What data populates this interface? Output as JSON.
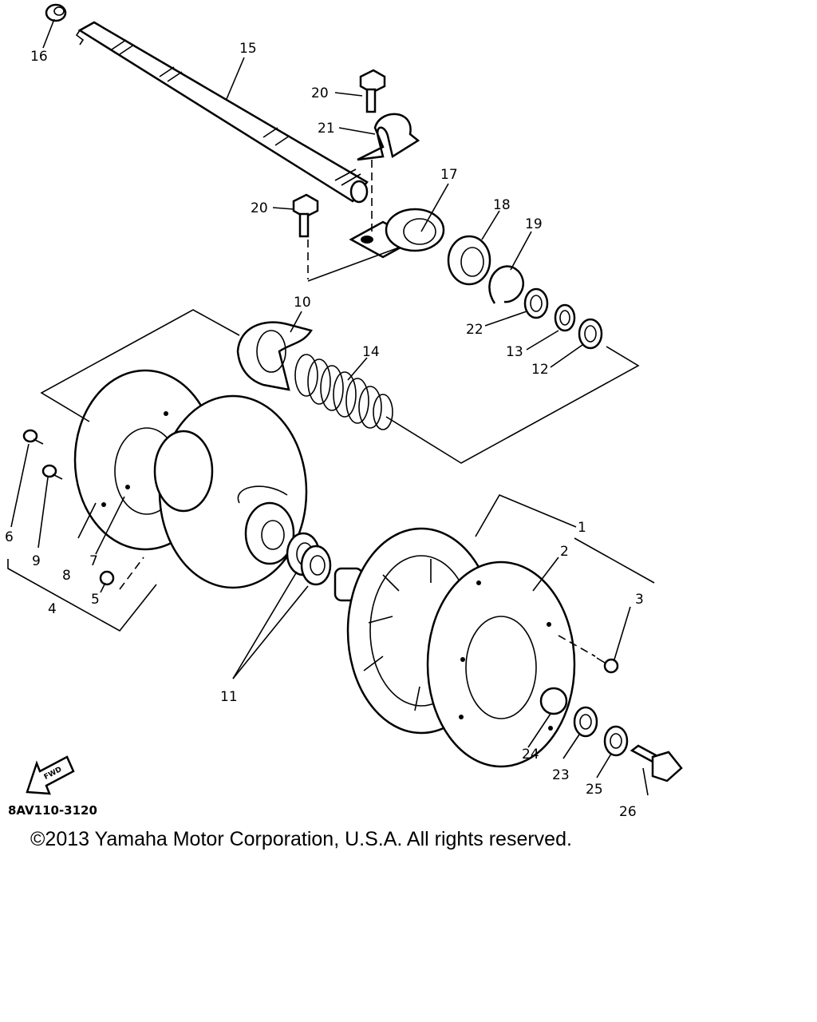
{
  "diagram": {
    "callouts": [
      "1",
      "2",
      "3",
      "4",
      "5",
      "6",
      "7",
      "8",
      "9",
      "10",
      "11",
      "12",
      "13",
      "14",
      "15",
      "16",
      "17",
      "18",
      "19",
      "20",
      "21",
      "22",
      "23",
      "24",
      "25",
      "26"
    ],
    "forward_arrow_text": "FWD",
    "drawing_code": "8AV110-3120"
  },
  "footer": {
    "copyright": "©2013 Yamaha Motor Corporation, U.S.A. All rights reserved."
  }
}
